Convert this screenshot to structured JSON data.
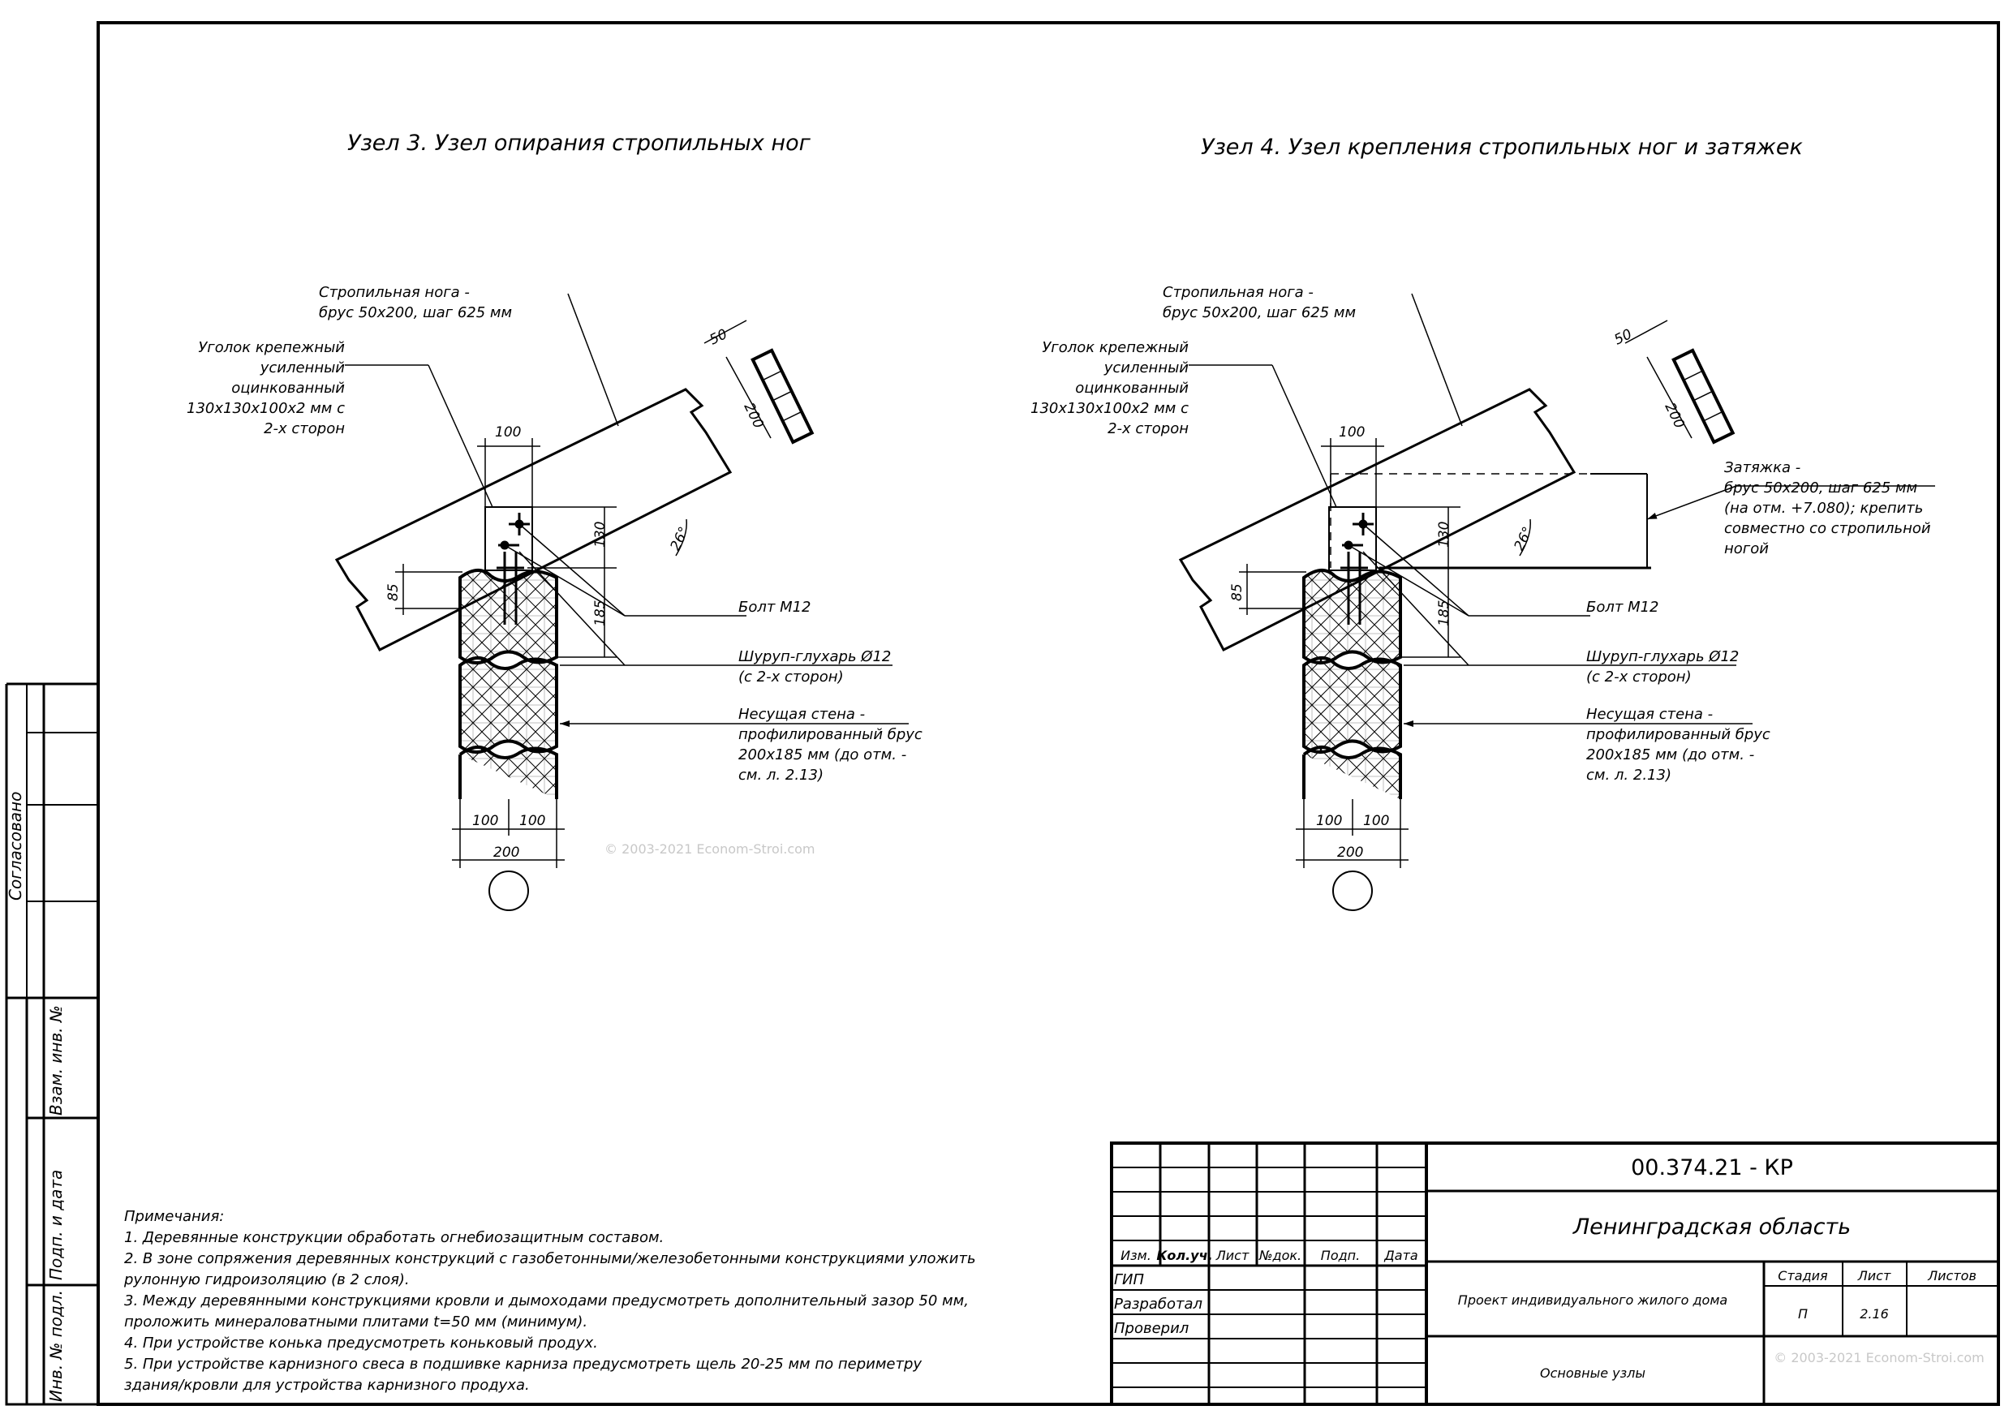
{
  "node3": {
    "title": "Узел 3. Узел опирания стропильных ног",
    "rafter": [
      "Стропильная нога -",
      "брус 50х200, шаг 625 мм"
    ],
    "angle": [
      "Уголок крепежный",
      "усиленный",
      "оцинкованный",
      "130х130х100х2 мм с",
      "2-х сторон"
    ],
    "bolt": "Болт М12",
    "screw": [
      "Шуруп-глухарь Ø12",
      "(с 2-х сторон)"
    ],
    "wall": [
      "Несущая стена -",
      "профилированный брус",
      "200х185 мм (до отм. -",
      "см. л. 2.13)"
    ],
    "dims": {
      "d50": "50",
      "d200": "200",
      "d100": "100",
      "d130": "130",
      "d185": "185",
      "d85": "85",
      "angle": "26°",
      "b100a": "100",
      "b100b": "100",
      "b200": "200"
    }
  },
  "node4": {
    "title": "Узел 4. Узел крепления стропильных ног и затяжек",
    "rafter": [
      "Стропильная нога -",
      "брус 50х200, шаг 625 мм"
    ],
    "angle": [
      "Уголок крепежный",
      "усиленный",
      "оцинкованный",
      "130х130х100х2 мм с",
      "2-х сторон"
    ],
    "tie": [
      "Затяжка -",
      "брус 50х200, шаг 625 мм",
      "(на отм. +7.080); крепить",
      "совместно со стропильной",
      "ногой"
    ],
    "bolt": "Болт М12",
    "screw": [
      "Шуруп-глухарь Ø12",
      "(с 2-х сторон)"
    ],
    "wall": [
      "Несущая стена -",
      "профилированный брус",
      "200х185 мм (до отм. -",
      "см. л. 2.13)"
    ],
    "dims": {
      "d50": "50",
      "d200": "200",
      "d100": "100",
      "d130": "130",
      "d185": "185",
      "d85": "85",
      "angle": "26°",
      "b100a": "100",
      "b100b": "100",
      "b200": "200"
    }
  },
  "watermark": "© 2003-2021 Econom-Stroi.com",
  "notes": {
    "header": "Примечания:",
    "lines": [
      "1. Деревянные конструкции обработать огнебиозащитным составом.",
      "2. В зоне сопряжения деревянных конструкций с газобетонными/железобетонными конструкциями уложить",
      "рулонную гидроизоляцию (в 2 слоя).",
      "3. Между деревянными конструкциями кровли и дымоходами предусмотреть дополнительный зазор 50 мм,",
      "проложить минераловатными плитами t=50 мм (минимум).",
      "4. При устройстве конька предусмотреть коньковый продух.",
      "5. При устройстве карнизного свеса в подшивке карниза предусмотреть щель 20-25 мм по периметру",
      "здания/кровли для устройства карнизного продуха."
    ]
  },
  "side_stamp": {
    "agreed": "Согласовано",
    "inv_vzam": "Взам. инв. №",
    "sign_date": "Подп. и дата",
    "inv_orig": "Инв. № подл."
  },
  "title_block": {
    "code": "00.374.21 - КР",
    "region": "Ленинградская область",
    "cols": [
      "Изм.",
      "Кол.уч.",
      "Лист",
      "№док.",
      "Подп.",
      "Дата"
    ],
    "roles": [
      "ГИП",
      "Разработал",
      "Проверил"
    ],
    "project": "Проект индивидуального жилого дома",
    "sheet_title": "Основные узлы",
    "stage_label": "Стадия",
    "sheet_label": "Лист",
    "sheets_label": "Листов",
    "stage": "П",
    "sheet": "2.16",
    "sheets": "",
    "watermark": "© 2003-2021 Econom-Stroi.com"
  }
}
